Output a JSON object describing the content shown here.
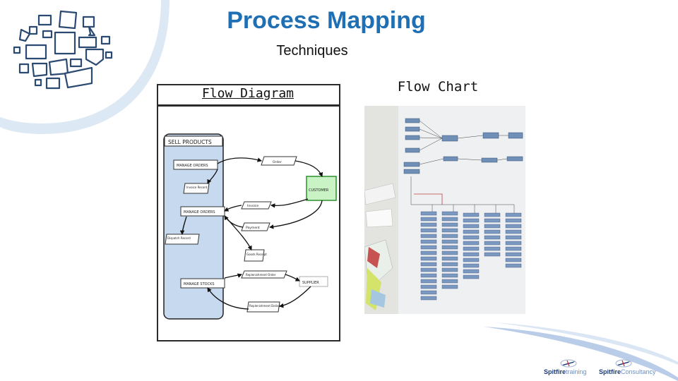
{
  "slide": {
    "title": "Process Mapping",
    "subtitle": "Techniques"
  },
  "left_panel": {
    "heading": "Flow Diagram",
    "diagram": {
      "swimlane_title": "SELL PRODUCTS",
      "processes": [
        "MANAGE ORDERS",
        "MANAGE ORDERS",
        "MANAGE STOCKS"
      ],
      "data_labels": [
        "Order",
        "Invoice",
        "Payment",
        "Goods Receipt",
        "Replenishment Order",
        "Replenishment Delivery"
      ],
      "store_labels": [
        "Invoice Record",
        "Dispatch Record"
      ],
      "externals": [
        "CUSTOMER",
        "SUPPLIER"
      ]
    }
  },
  "right_panel": {
    "heading": "Flow Chart"
  },
  "footer": {
    "logo1_brand": "Spitfire",
    "logo1_suffix": "training",
    "logo2_brand": "Spitfire",
    "logo2_suffix": "Consultancy"
  },
  "colors": {
    "title": "#1f6fb5",
    "swimlane_fill": "#c6d9ef",
    "external_fill": "#c9f3c4",
    "external_border": "#2f8f2f",
    "brand_dark": "#1a3a78",
    "brand_light": "#6f8fc0"
  }
}
